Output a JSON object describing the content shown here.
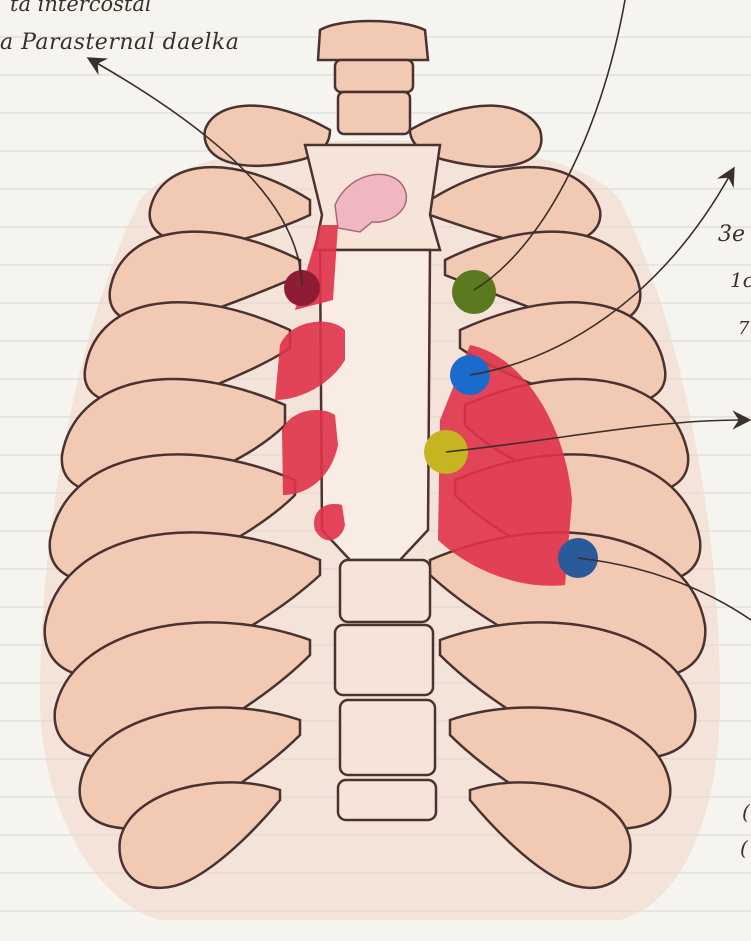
{
  "notes": {
    "top_partial": "ta intercostal",
    "left_label": "a Parasternal daelka"
  },
  "edge_fragments": [
    "3e",
    "1c",
    "7",
    "(",
    "("
  ],
  "colors": {
    "bone_fill": "#f2c9b2",
    "bone_outline": "#4a3230",
    "heart": "#e0324a",
    "aortic_point": "#8e1c34",
    "pulmonic_point": "#5b7a1f",
    "mitral_blue": "#1a6ccc",
    "tricuspid_yellow": "#c7b421",
    "apex_blue": "#2a5a9a",
    "paper_line": "#8ca0bf"
  },
  "icons": {
    "arrow": "arrowhead",
    "auscultation_points": [
      "aortic-point",
      "pulmonic-point",
      "erb-point",
      "tricuspid-point",
      "mitral-point"
    ]
  }
}
